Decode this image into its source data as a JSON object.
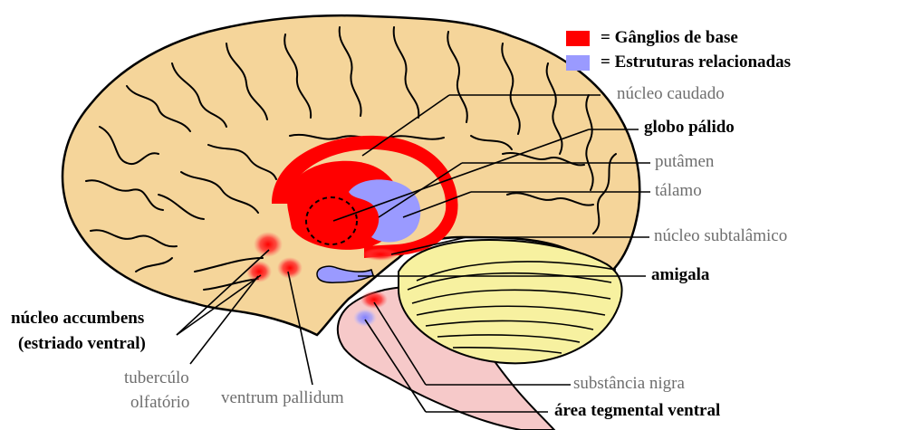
{
  "legend": [
    {
      "text": "= Gânglios de base",
      "color": "#ff0000"
    },
    {
      "text": "= Estruturas relacionadas",
      "color": "#9a9aff"
    }
  ],
  "labels": {
    "nucleo_caudado": "núcleo caudado",
    "globo_palido": "globo pálido",
    "putamen": "putâmen",
    "talamo": "tálamo",
    "nucleo_subtalamico": "núcleo subtalâmico",
    "amigala": "amigala",
    "nucleo_accumbens_1": "núcleo accumbens",
    "nucleo_accumbens_2": "(estriado ventral)",
    "tuberculo_1": "tubercúlo",
    "tuberculo_2": "olfatório",
    "ventrum_pallidum": "ventrum pallidum",
    "substancia_nigra": "substância nigra",
    "area_tegmental": "área tegmental ventral"
  },
  "colors": {
    "cortex": "#f5d59a",
    "cortex_outline": "#000000",
    "cerebellum": "#f7f1a0",
    "brainstem": "#f6c9c9",
    "basal_ganglia": "#ff0000",
    "related": "#9a9aff",
    "leader_line": "#000000"
  }
}
